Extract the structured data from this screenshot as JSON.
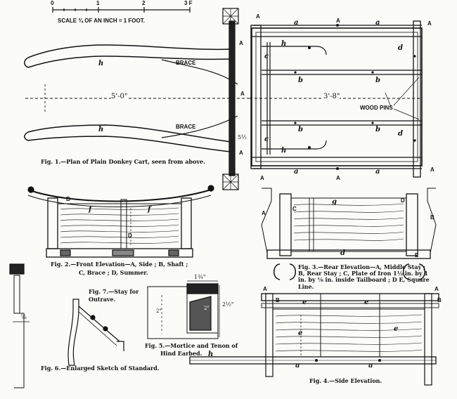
{
  "scale": {
    "ticks": [
      "0",
      "1",
      "2",
      "3 F"
    ],
    "caption": "SCALE ¾ OF AN INCH = 1 FOOT."
  },
  "fig1": {
    "caption": "Fig. 1.—Plan of Plain Donkey Cart, seen from above.",
    "dimension_left": "5'-0\"",
    "dimension_right": "3'-8\"",
    "brace_labels": [
      "BRACE",
      "BRACE"
    ],
    "wood_pins_label": "WOOD PINS",
    "letters": {
      "A": "A",
      "a": "a",
      "b": "b",
      "c": "c",
      "d": "d",
      "h": "h",
      "five_half": "5½"
    }
  },
  "fig2": {
    "caption_line1": "Fig. 2.—Front Elevation—A, Side ; B, Shaft ;",
    "caption_line2": "C, Brace ; D, Summer.",
    "letters": {
      "f": "f",
      "B": "B",
      "D": "D"
    }
  },
  "fig3": {
    "caption": "Fig. 3.—Rear Elevation—A, Middle Stay ; B, Rear Stay ; C, Plate of Iron 1½ in. by 1 in. by ⅛ in. inside Tailboard ; D E, Square Line.",
    "letters": {
      "g": "g",
      "A": "A",
      "B": "B",
      "C": "C",
      "D": "D",
      "E": "E",
      "d": "d"
    }
  },
  "fig4": {
    "caption": "Fig. 4.—Side Elevation.",
    "letters": {
      "A": "A",
      "B": "B",
      "e": "e",
      "a": "a",
      "h": "h"
    }
  },
  "fig5": {
    "caption_line1": "Fig. 5.—Mortice and Tenon of",
    "caption_line2": "Hind Earbed.",
    "dims": {
      "top": "1¾\"",
      "right": "2½\"",
      "inner": "2\"",
      "left_mark": "2\""
    }
  },
  "fig6": {
    "caption": "Fig. 6.—Enlarged Sketch of Standard.",
    "dim": "⅝"
  },
  "fig7": {
    "caption_line1": "Fig. 7.—Stay for",
    "caption_line2": "Outrave."
  }
}
